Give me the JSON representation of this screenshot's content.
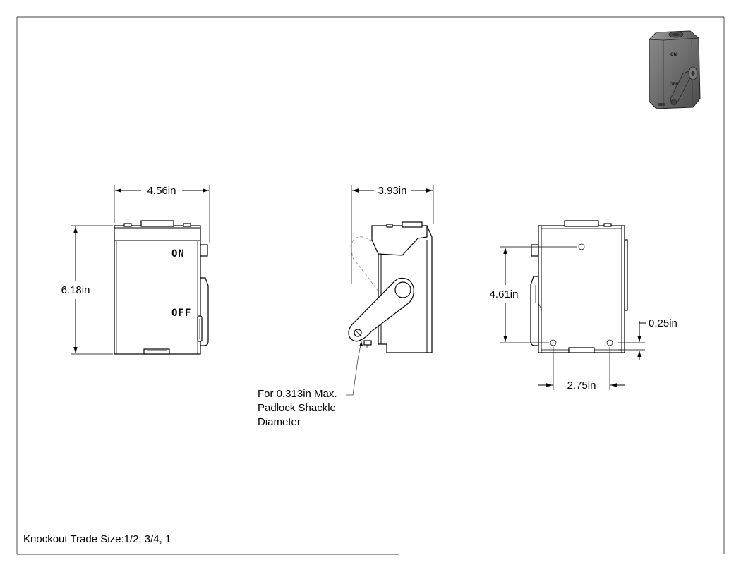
{
  "dimensions": {
    "front_width": "4.56in",
    "front_height": "6.18in",
    "side_depth": "3.93in",
    "mount_vertical": "4.61in",
    "mount_offset": "0.25in",
    "mount_horizontal": "2.75in"
  },
  "switch_labels": {
    "on": "ON",
    "off": "OFF"
  },
  "iso_labels": {
    "on": "ON",
    "off": "OFF"
  },
  "padlock_note": {
    "line1": "For 0.313in Max.",
    "line2": "Padlock Shackle",
    "line3": "Diameter"
  },
  "knockout_note": "Knockout Trade Size:1/2, 3/4, 1"
}
